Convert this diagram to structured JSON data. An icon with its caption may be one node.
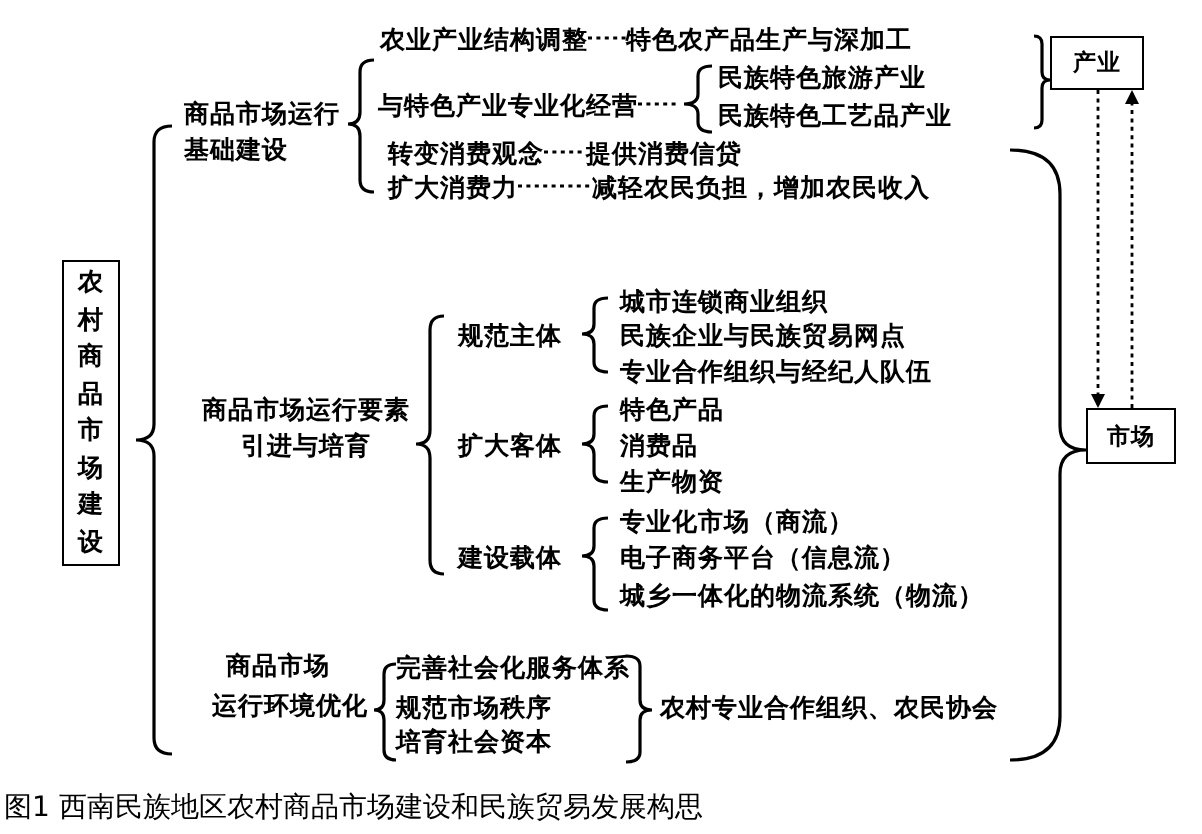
{
  "diagram": {
    "caption": "图1 西南民族地区农村商品市场建设和民族贸易发展构思",
    "nodes": [
      {
        "text": [
          "农村商品市场建设"
        ]
      },
      {
        "text": [
          "商品市场运行基础建设"
        ]
      },
      {
        "text": [
          "农业产业结构调整"
        ]
      },
      {
        "text": [
          "特色农产品生产与深加工"
        ]
      },
      {
        "text": [
          "与特色产业专业化经营"
        ]
      },
      {
        "text": [],
        "shape": "brace"
      },
      {
        "text": [
          "民族特色旅游产业"
        ]
      },
      {
        "text": [
          "民族特色工艺品产业"
        ]
      },
      {
        "text": [
          "转变消费观念"
        ]
      },
      {
        "text": [
          "提供消费信贷"
        ]
      },
      {
        "text": [
          "扩大消费力"
        ]
      },
      {
        "text": [
          "减轻农民负担，增加农民收入"
        ]
      },
      {
        "text": [
          "商品市场运行要素引进与培育"
        ]
      },
      {
        "text": [
          "规范主体"
        ]
      },
      {
        "text": [
          "城市连锁商业组织"
        ]
      },
      {
        "text": [
          "民族企业与民族贸易网点"
        ]
      },
      {
        "text": [
          "专业合作组织与经纪人队伍"
        ]
      },
      {
        "text": [
          "扩大客体"
        ]
      },
      {
        "text": [
          "特色产品"
        ]
      },
      {
        "text": [
          "消费品"
        ]
      },
      {
        "text": [
          "生产物资"
        ]
      },
      {
        "text": [
          "建设载体"
        ]
      },
      {
        "text": [
          "专业化市场（商流）"
        ]
      },
      {
        "text": [
          "电子商务平台（信息流）"
        ]
      },
      {
        "text": [
          "城乡一体化的物流系统（物流）"
        ]
      },
      {
        "text": [
          "商品市场运行环境优化"
        ]
      },
      {
        "text": [
          "完善社会化服务体系"
        ]
      },
      {
        "text": [
          "规范市场秩序"
        ]
      },
      {
        "text": [
          "培育社会资本"
        ]
      },
      {
        "text": [
          "农村专业合作组织、农民协会"
        ]
      },
      {
        "text": [
          "产业"
        ]
      },
      {
        "text": [
          "市场"
        ]
      }
    ],
    "edges": [
      {
        "from": 2,
        "to": 3,
        "arrow": "none",
        "style": "dashed"
      },
      {
        "from": 4,
        "to": 5,
        "arrow": "none",
        "style": "dashed"
      },
      {
        "from": 8,
        "to": 9,
        "arrow": "none",
        "style": "dashed"
      },
      {
        "from": 10,
        "to": 11,
        "arrow": "none",
        "style": "dashed"
      },
      {
        "from": 30,
        "to": 31,
        "arrow": "to",
        "style": "dashed"
      },
      {
        "from": 31,
        "to": 30,
        "arrow": "to",
        "style": "dashed"
      }
    ]
  }
}
